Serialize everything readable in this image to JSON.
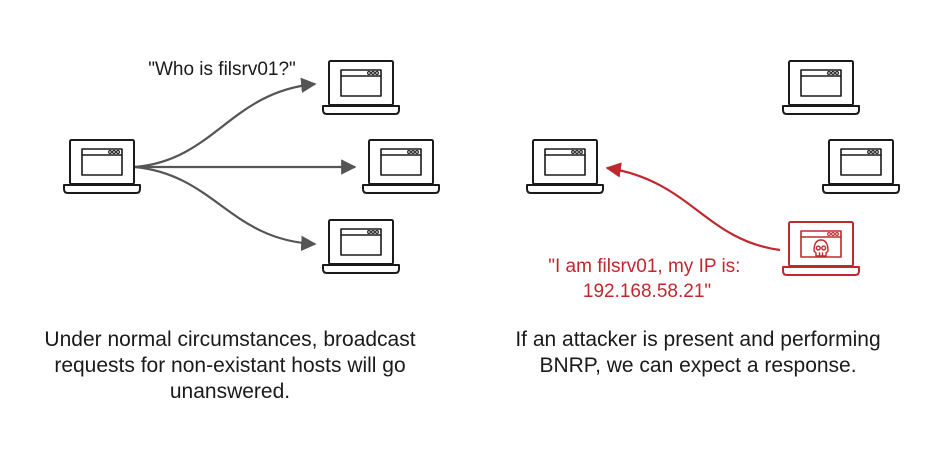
{
  "left_panel": {
    "request_label": "\"Who is filsrv01?\"",
    "caption_lines": [
      "Under normal circumstances, broadcast",
      "requests for non-existant hosts will go",
      "unanswered."
    ]
  },
  "right_panel": {
    "response_label_lines": [
      "\"I am filsrv01, my IP is:",
      "192.168.58.21\""
    ],
    "caption_lines": [
      "If an attacker is present and performing",
      "BNRP, we can expect a response."
    ]
  },
  "colors": {
    "stroke": "#1a1a1a",
    "arrow": "#555555",
    "attacker": "#c0282f",
    "background": "#ffffff"
  },
  "icons": {
    "host": "laptop-icon",
    "attacker": "skull-laptop-icon"
  }
}
